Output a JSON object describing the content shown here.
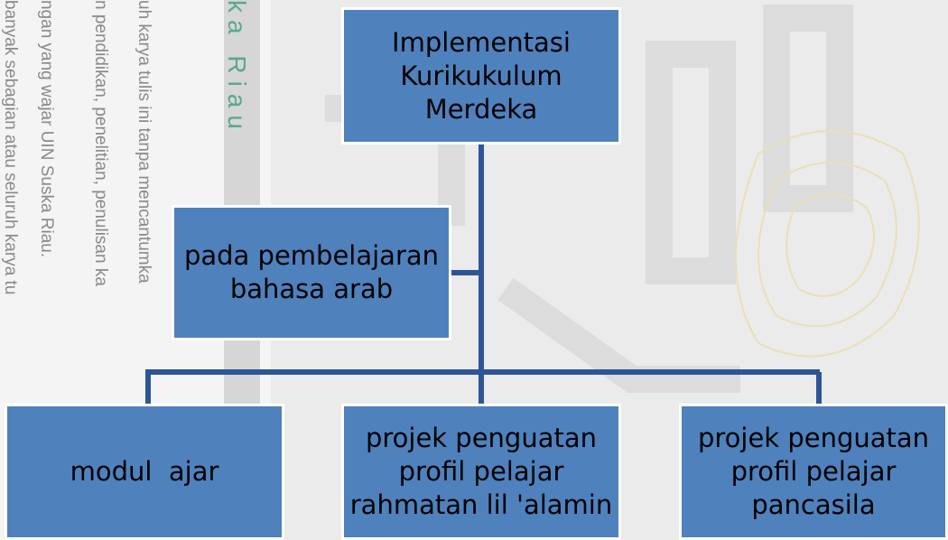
{
  "watermark": {
    "lines": [
      "uh karya tulis ini tanpa mencantumka",
      "n pendidikan, penelitian, penulisan ka",
      "ngan yang wajar UIN Suska Riau.",
      "banyak sebagian atau seluruh karya tu"
    ],
    "brand": "ka Riau"
  },
  "nodes": {
    "root": [
      "Implementasi",
      "Kurikukulum",
      "Merdeka"
    ],
    "context": [
      "pada pembelajaran",
      "bahasa arab"
    ],
    "child1": [
      "modul  ajar"
    ],
    "child2": [
      "projek penguatan",
      "profil pelajar",
      "rahmatan lil 'alamin"
    ],
    "child3": [
      "projek penguatan",
      "profil pelajar",
      "pancasila"
    ]
  },
  "colors": {
    "node_fill": "#4f81bd",
    "connector": "#2f5597"
  }
}
